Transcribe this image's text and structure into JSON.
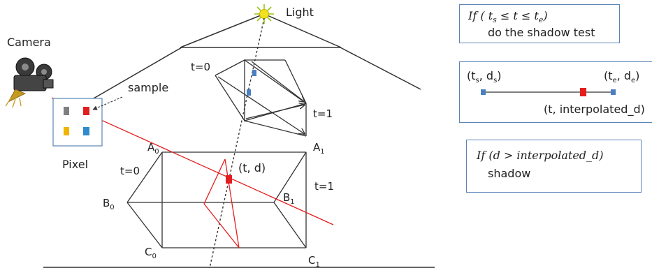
{
  "scene": {
    "light_label": "Light",
    "camera_label": "Camera",
    "sample_label": "sample",
    "pixel_label": "Pixel",
    "t0_top": "t=0",
    "t1_top": "t=1",
    "t0_bottom": "t=0",
    "t1_bottom": "t=1",
    "td_label": "(t, d)",
    "A0": "A",
    "A0_sub": "0",
    "A1": "A",
    "A1_sub": "1",
    "B0": "B",
    "B0_sub": "0",
    "B1": "B",
    "B1_sub": "1",
    "C0": "C",
    "C0_sub": "0",
    "C1": "C",
    "C1_sub": "1",
    "pixel_samples": [
      "#7f7f7f",
      "#e02020",
      "#f0b400",
      "#2f8bcc"
    ]
  },
  "box1": {
    "cond_if": "If",
    "cond_open": "(",
    "cond_ts": "t",
    "cond_ts_sub": "s",
    "cond_leq1": "≤",
    "cond_t": "t",
    "cond_leq2": "≤",
    "cond_te": "t",
    "cond_te_sub": "e",
    "cond_close": ")",
    "action": "do the shadow test"
  },
  "box2": {
    "left_label": "(t",
    "left_sub": "s",
    "left_mid": ", d",
    "left_sub2": "s",
    "left_close": ")",
    "right_label": "(t",
    "right_sub": "e",
    "right_mid": ", d",
    "right_sub2": "e",
    "right_close": ")",
    "bottom_label": "(t, interpolated_d)"
  },
  "box3": {
    "condition": "If (d > interpolated_d)",
    "action": "shadow"
  },
  "colors": {
    "red": "#e41e1e",
    "blue_marker": "#4a7fc1",
    "box_border": "#5b84b8",
    "line": "#333333"
  }
}
